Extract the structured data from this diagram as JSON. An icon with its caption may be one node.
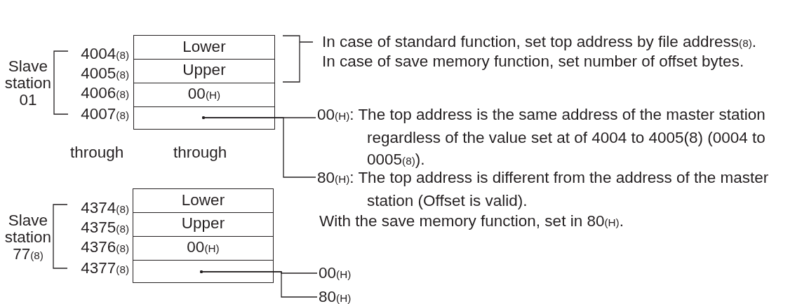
{
  "diagram": {
    "nodes": [
      {
        "text": [
          "Lower"
        ]
      },
      {
        "text": [
          "Upper"
        ]
      },
      {
        "text": [
          "00$_{(H)}$"
        ]
      },
      {
        "text": [],
        "shape": "box"
      },
      {
        "text": [
          "00$_{(H)}$: The top address is the same address of the master station regardless of the value set at of 4004 to 4005(8) (0004 to 0005$_{(8)}$)."
        ]
      },
      {
        "text": [
          "80$_{(H)}$: The top address is different from the address of the master station (Offset is valid)."
        ]
      },
      {
        "text": [
          "Lower"
        ]
      },
      {
        "text": [
          "Upper"
        ]
      },
      {
        "text": [
          "00$_{(H)}$"
        ]
      },
      {
        "text": [],
        "shape": "box"
      },
      {
        "text": [
          "00$_{(H)}$"
        ]
      },
      {
        "text": [
          "80$_{(H)}$"
        ]
      }
    ],
    "edges": [
      {
        "from": 3,
        "to": 4,
        "arrow": "other"
      },
      {
        "from": 3,
        "to": 5,
        "arrow": "other"
      },
      {
        "from": 9,
        "to": 10,
        "arrow": "other"
      },
      {
        "from": 9,
        "to": 11,
        "arrow": "other"
      }
    ],
    "labels": [
      "In case of standard function, set top address by file address$_{(8)}$.",
      "In case of save memory function, set number of offset bytes.",
      "Slave station 01",
      "4004$_{(8)}$",
      "4005$_{(8)}$",
      "4006$_{(8)}$",
      "4007$_{(8)}$",
      "through",
      "through",
      "With the save memory function, set in 80$_{(H)}$.",
      "Slave station 77$_{(8)}$",
      "4374$_{(8)}$",
      "4375$_{(8)}$",
      "4376$_{(8)}$",
      "4377$_{(8)}$"
    ]
  }
}
